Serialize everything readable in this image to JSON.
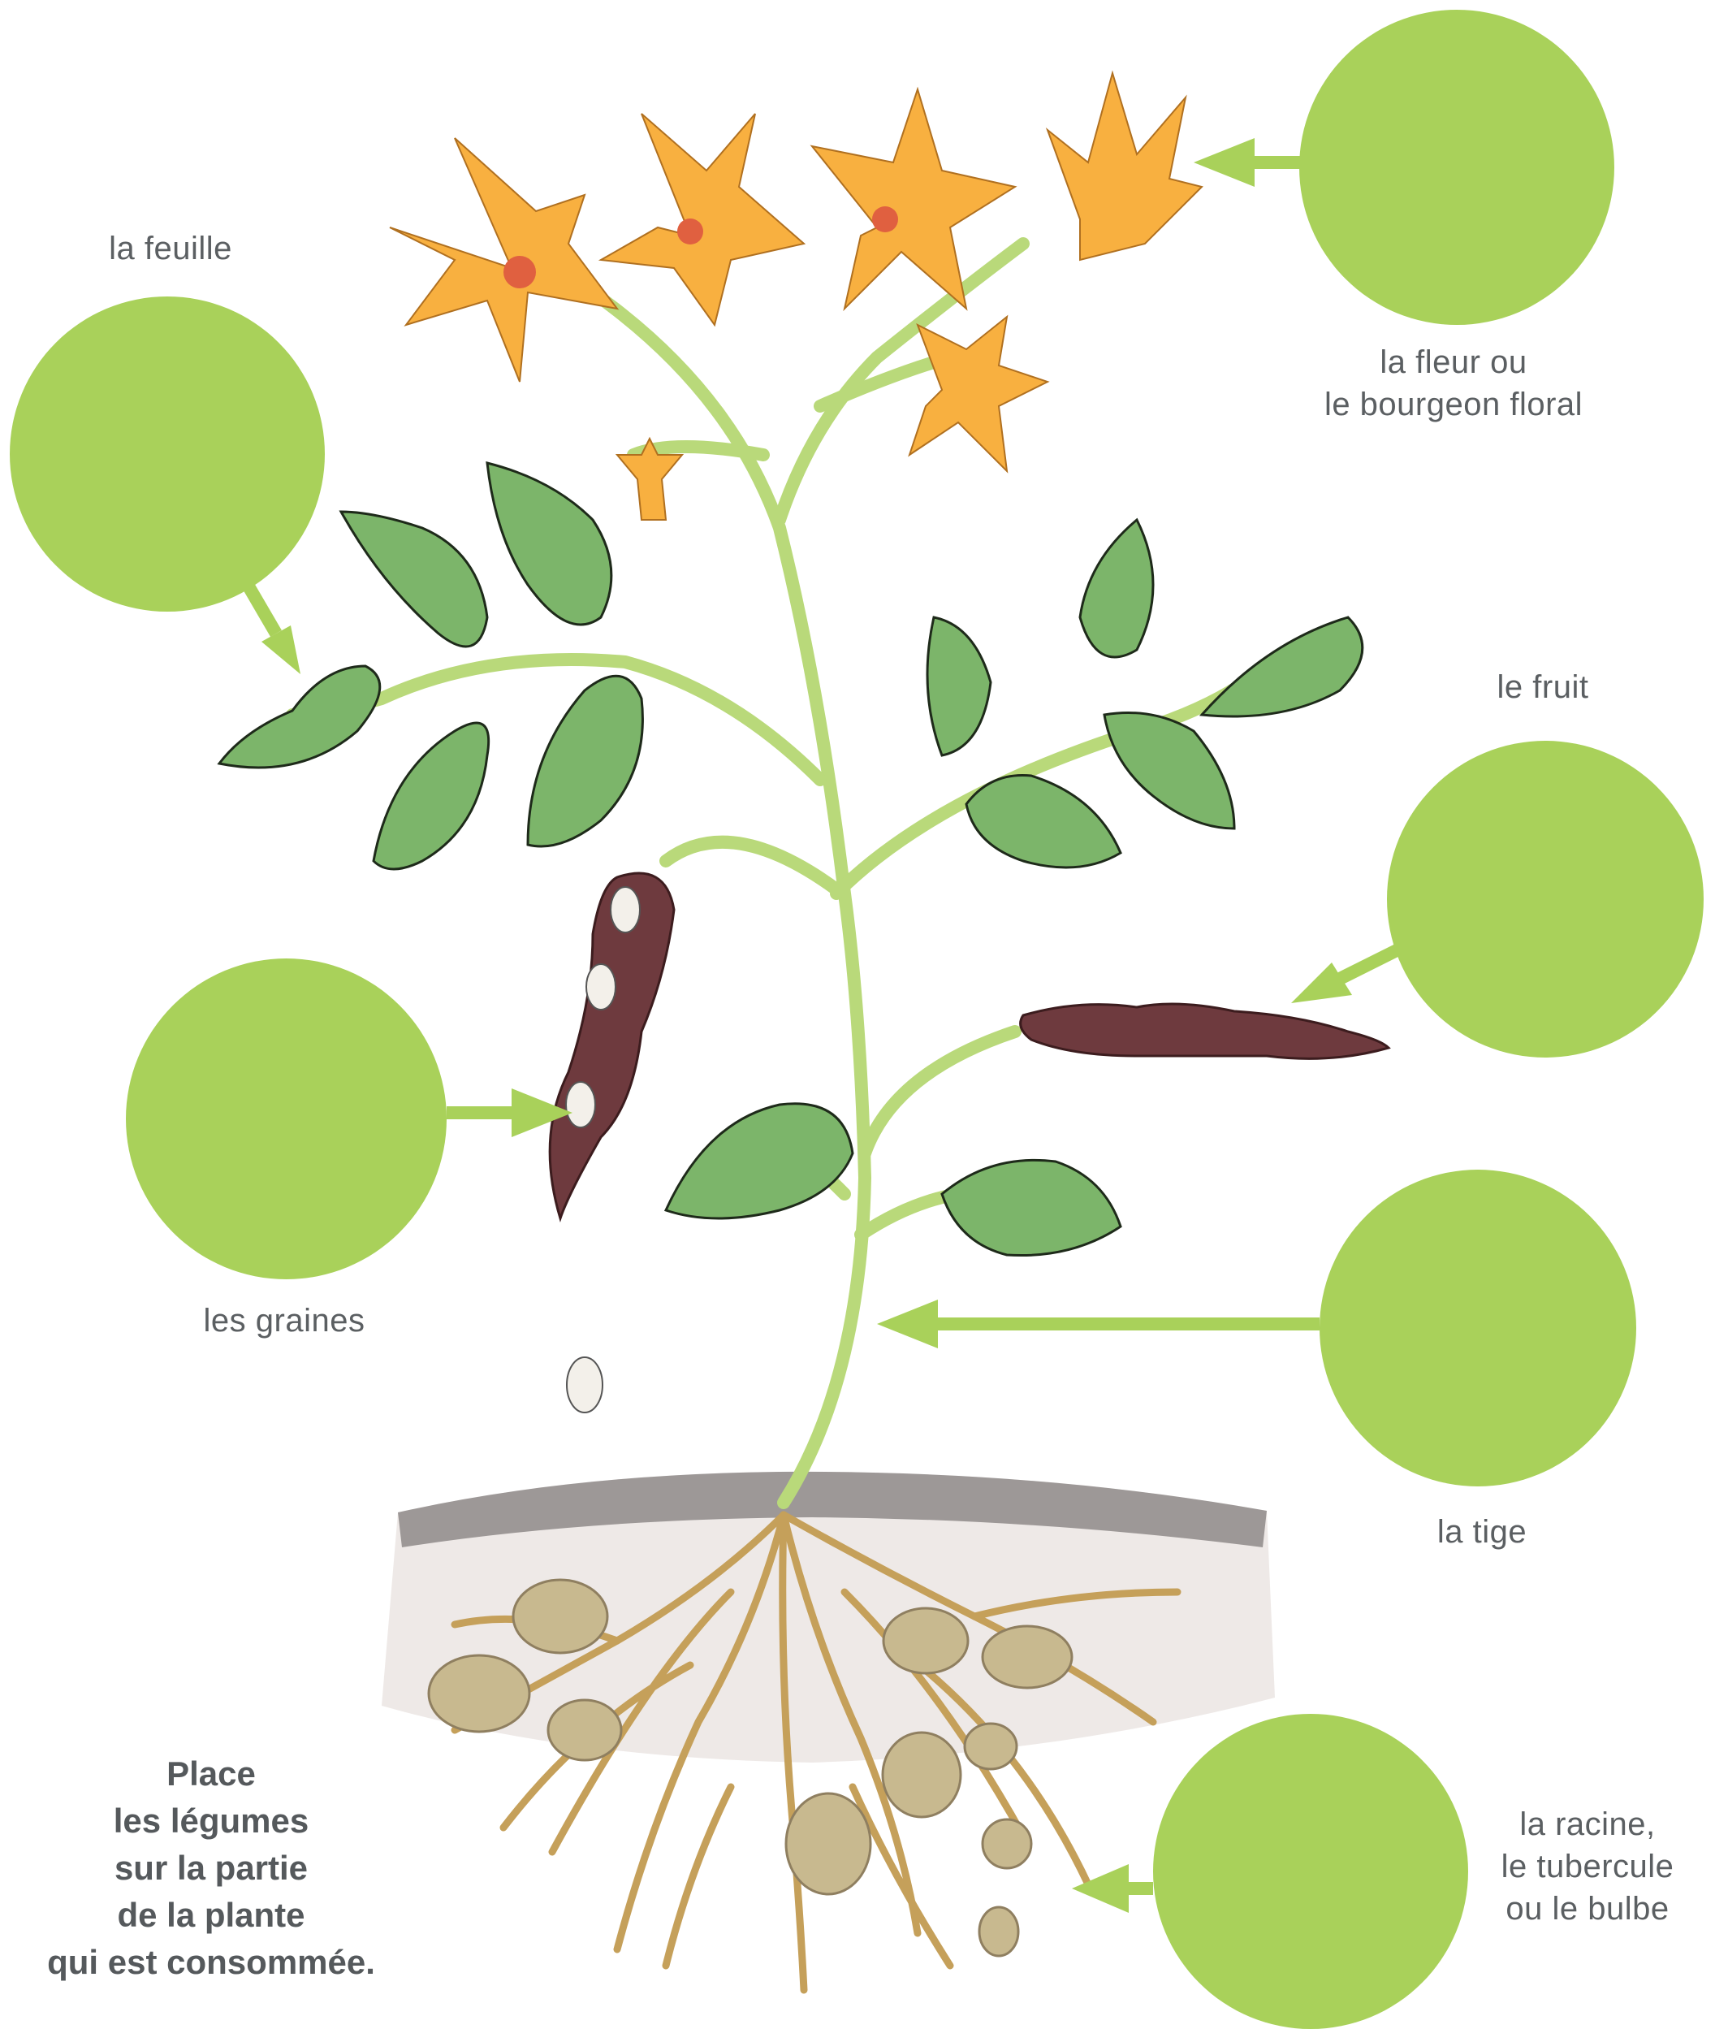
{
  "colors": {
    "target_green": "#a9d15a",
    "arrow_green": "#a9d15a",
    "stem_green": "#b9d97a",
    "leaf_green": "#7cb56a",
    "flower_orange": "#f8b040",
    "pod_purple": "#6e3a3e",
    "soil": "#8e8a88",
    "root": "#c5a05a",
    "tuber": "#c8b98f"
  },
  "labels": {
    "leaf": "la feuille",
    "flower": "la fleur ou\nle bourgeon floral",
    "fruit": "le fruit",
    "seeds": "les graines",
    "stem": "la tige",
    "root": "la racine,\nle tubercule\nou le bulbe"
  },
  "instruction": "Place\nles légumes\nsur la partie\nde la plante\nqui est consommée."
}
